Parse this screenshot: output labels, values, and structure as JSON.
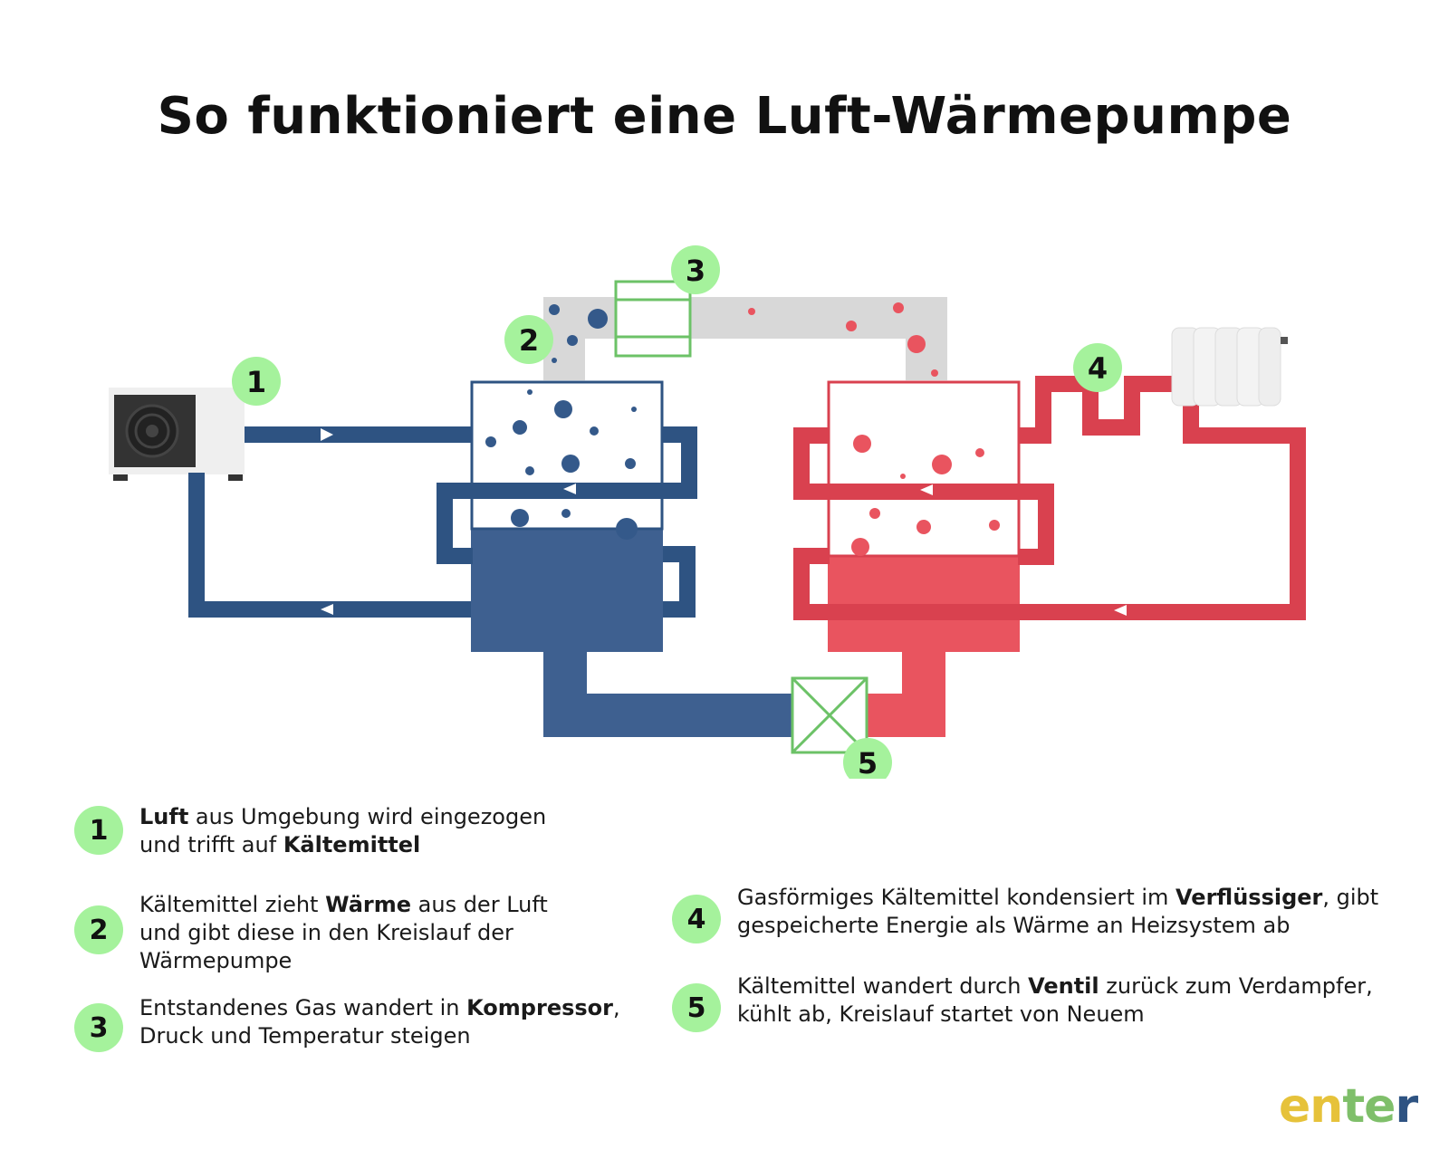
{
  "title": "So funktioniert eine Luft-Wärmepumpe",
  "colors": {
    "blue": "#2e5382",
    "blue_fill": "#3e6090",
    "blue_dot": "#34598a",
    "red": "#d9414f",
    "red_fill": "#e9545f",
    "grey_pipe": "#d8d8d8",
    "green_accent": "#a5f29c",
    "green_line": "#6cc267"
  },
  "markers": [
    "1",
    "2",
    "3",
    "4",
    "5"
  ],
  "legend": [
    {
      "number": "1",
      "parts": [
        {
          "text": "Luft",
          "bold": true
        },
        {
          "text": " aus Umgebung wird eingezogen",
          "bold": false
        },
        {
          "br": true
        },
        {
          "text": "und trifft auf ",
          "bold": false
        },
        {
          "text": "Kältemittel",
          "bold": true
        }
      ]
    },
    {
      "number": "2",
      "parts": [
        {
          "text": "Kältemittel zieht ",
          "bold": false
        },
        {
          "text": "Wärme",
          "bold": true
        },
        {
          "text": " aus der Luft",
          "bold": false
        },
        {
          "br": true
        },
        {
          "text": "und gibt diese in den Kreislauf der",
          "bold": false
        },
        {
          "br": true
        },
        {
          "text": "Wärmepumpe",
          "bold": false
        }
      ]
    },
    {
      "number": "3",
      "parts": [
        {
          "text": "Entstandenes Gas wandert in ",
          "bold": false
        },
        {
          "text": "Kompressor",
          "bold": true
        },
        {
          "text": ",",
          "bold": false
        },
        {
          "br": true
        },
        {
          "text": "Druck und Temperatur steigen",
          "bold": false
        }
      ]
    },
    {
      "number": "4",
      "parts": [
        {
          "text": "Gasförmiges Kältemittel kondensiert im ",
          "bold": false
        },
        {
          "text": "Verflüssiger",
          "bold": true
        },
        {
          "text": ", gibt",
          "bold": false
        },
        {
          "br": true
        },
        {
          "text": "gespeicherte Energie als Wärme an Heizsystem ab",
          "bold": false
        }
      ]
    },
    {
      "number": "5",
      "parts": [
        {
          "text": "Kältemittel wandert durch ",
          "bold": false
        },
        {
          "text": "Ventil",
          "bold": true
        },
        {
          "text": " zurück zum Verdampfer,",
          "bold": false
        },
        {
          "br": true
        },
        {
          "text": "kühlt ab, Kreislauf startet von Neuem",
          "bold": false
        }
      ]
    }
  ],
  "brand": {
    "text": "enter",
    "colors": [
      "#e6c23a",
      "#7fbf6a",
      "#2e5382"
    ]
  }
}
